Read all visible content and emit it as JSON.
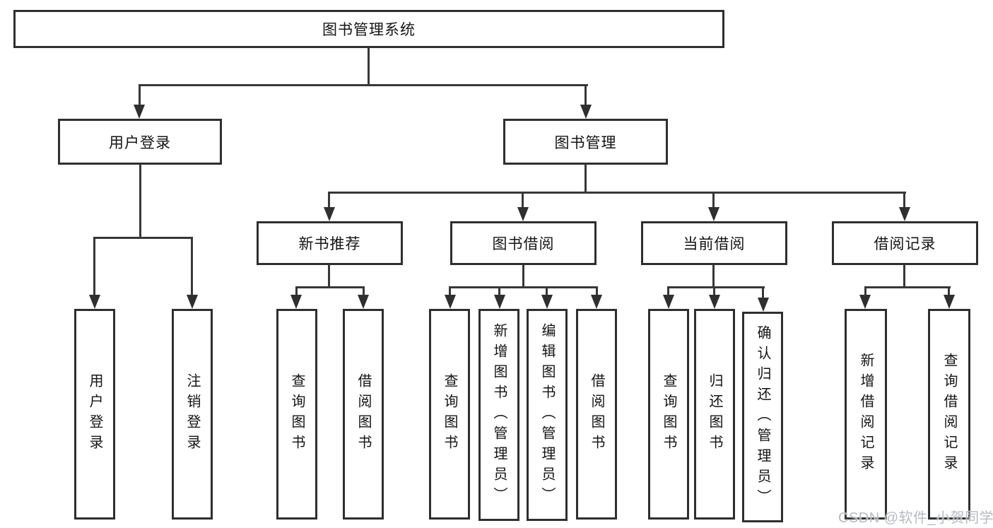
{
  "tree": {
    "root": "图书管理系统",
    "nodes": {
      "user_login": "用户登录",
      "book_management": "图书管理",
      "new_book_recommend": "新书推荐",
      "book_borrowing": "图书借阅",
      "current_borrowing": "当前借阅",
      "borrowing_records": "借阅记录"
    },
    "leaves": {
      "user_login": [
        "用户登录",
        "注销登录"
      ],
      "new_book_recommend": [
        "查询图书",
        "借阅图书"
      ],
      "book_borrowing": [
        "查询图书",
        "新增图书（管理员）",
        "编辑图书（管理员）",
        "借阅图书"
      ],
      "current_borrowing": [
        "查询图书",
        "归还图书",
        "确认归还（管理员）"
      ],
      "borrowing_records": [
        "新增借阅记录",
        "查询借阅记录"
      ]
    }
  },
  "watermark": "CSDN @软件_小贺同学",
  "colors": {
    "background": "#ffffff",
    "line": "#383838",
    "border": "#2f2f2f",
    "text": "#141414",
    "watermark": "#b6bbc2"
  }
}
